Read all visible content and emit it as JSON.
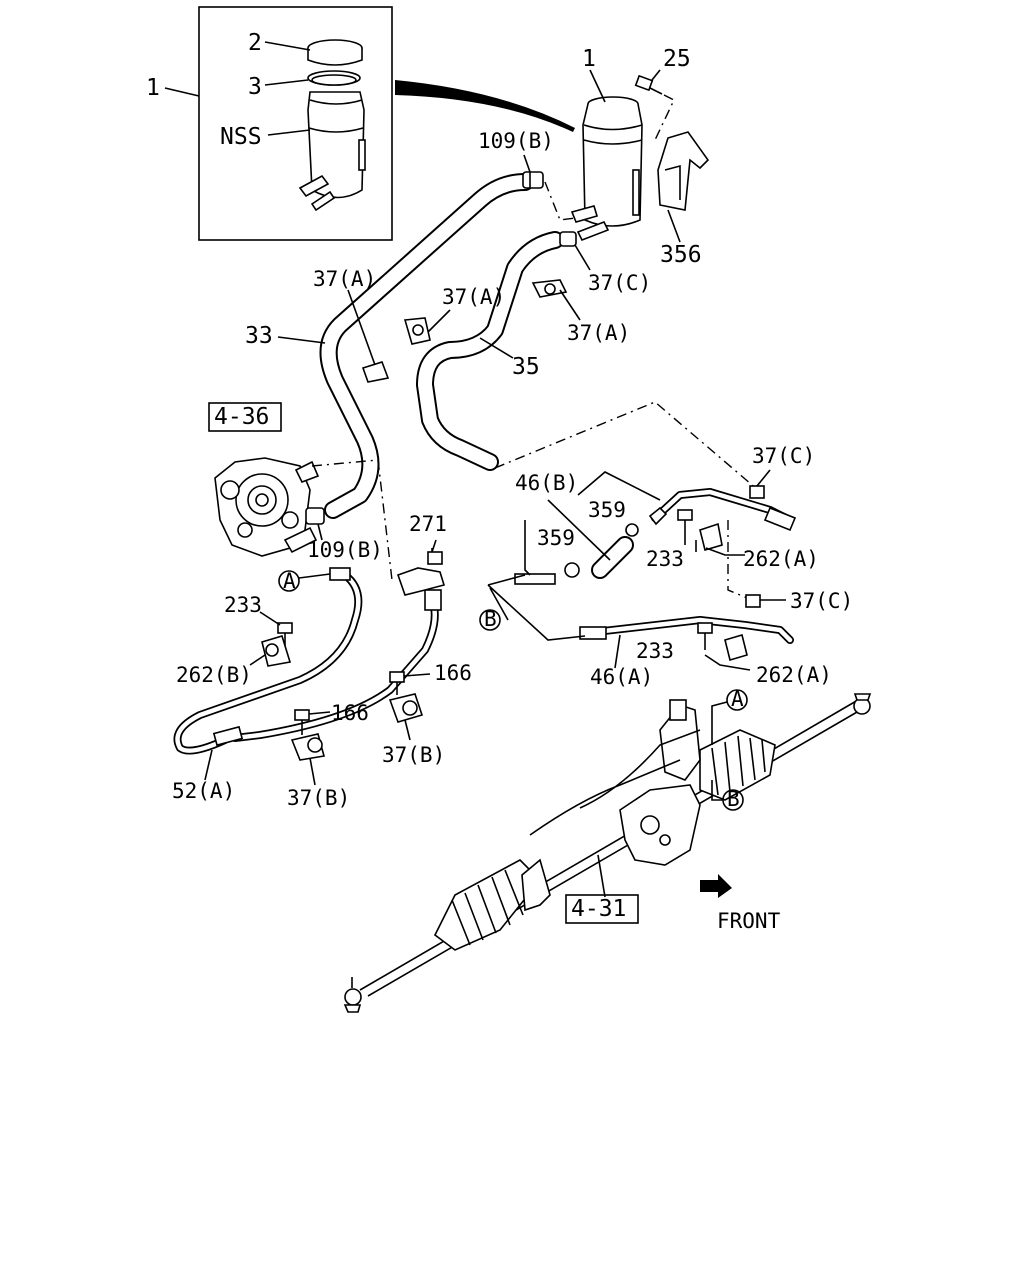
{
  "callouts": {
    "c1_inset": "1",
    "c2": "2",
    "c3": "3",
    "nss": "NSS",
    "c1_main": "1",
    "c25": "25",
    "c109b_top": "109(B)",
    "c356": "356",
    "c37c_top": "37(C)",
    "c37a_left": "37(A)",
    "c37a_mid": "37(A)",
    "c37a_right": "37(A)",
    "c33": "33",
    "c35": "35",
    "c109b_pump": "109(B)",
    "c271": "271",
    "c233_left": "233",
    "c262b": "262(B)",
    "c166_a": "166",
    "c166_b": "166",
    "c37b_a": "37(B)",
    "c37b_b": "37(B)",
    "c52a": "52(A)",
    "c46b": "46(B)",
    "c359_a": "359",
    "c359_b": "359",
    "c233_mid": "233",
    "c262a_top": "262(A)",
    "c37c_right_top": "37(C)",
    "c37c_right_bot": "37(C)",
    "c233_low": "233",
    "c262a_low": "262(A)",
    "c46a": "46(A)"
  },
  "references": {
    "pump_ref": "4-36",
    "rack_ref": "4-31"
  },
  "connection_markers": {
    "a_left": "A",
    "b_left": "B",
    "a_rack": "A",
    "b_rack": "B"
  },
  "front_label": "FRONT"
}
